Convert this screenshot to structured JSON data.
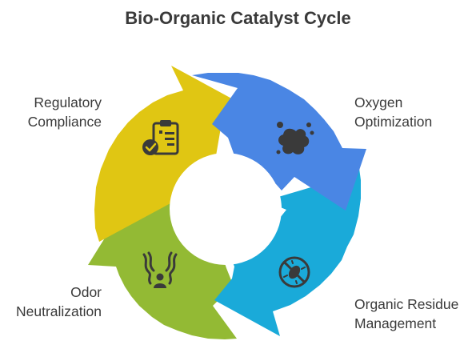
{
  "title": "Bio-Organic Catalyst Cycle",
  "colors": {
    "blue": "#4a86e4",
    "cyan": "#1aaad9",
    "green": "#93ba34",
    "yellow": "#e0c613",
    "icon": "#3a3a3a",
    "text": "#3a3a3a"
  },
  "segments": [
    {
      "id": "oxygen",
      "label_lines": [
        "Oxygen",
        "Optimization"
      ],
      "icon": "splat-icon",
      "color": "blue"
    },
    {
      "id": "organic",
      "label_lines": [
        "Organic Residue",
        "Management"
      ],
      "icon": "no-bacteria-icon",
      "color": "cyan"
    },
    {
      "id": "odor",
      "label_lines": [
        "Odor",
        "Neutralization"
      ],
      "icon": "odor-person-icon",
      "color": "green"
    },
    {
      "id": "regulatory",
      "label_lines": [
        "Regulatory",
        "Compliance"
      ],
      "icon": "clipboard-check-icon",
      "color": "yellow"
    }
  ]
}
